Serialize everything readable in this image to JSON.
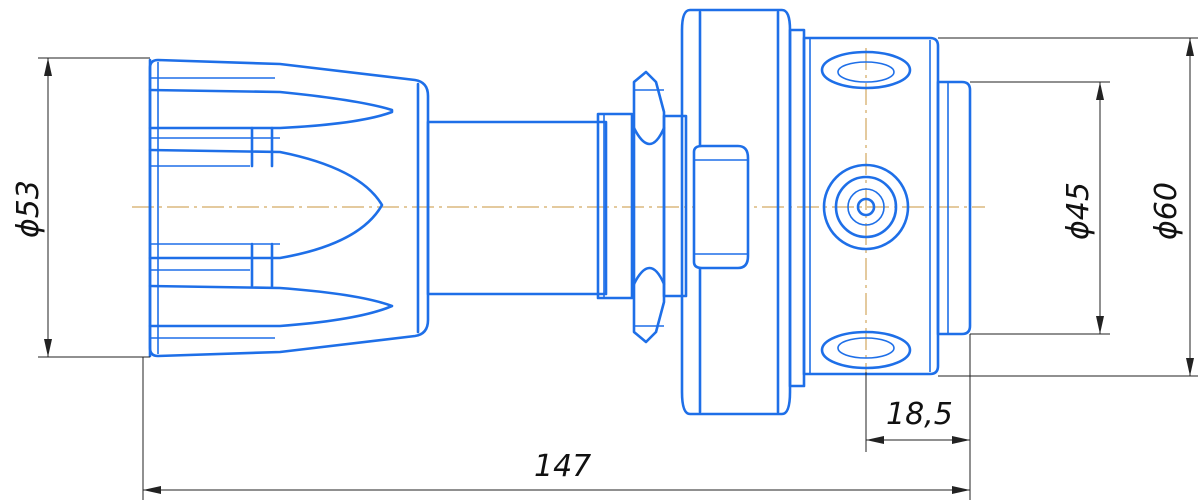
{
  "drawing": {
    "colors": {
      "part": "#1e6fe8",
      "dimension": "#222222",
      "axis": "#c9963c"
    },
    "dimensions": {
      "d53": "ϕ53",
      "d45": "ϕ45",
      "d60": "ϕ60",
      "len_18_5": "18,5",
      "len_147": "147"
    }
  }
}
